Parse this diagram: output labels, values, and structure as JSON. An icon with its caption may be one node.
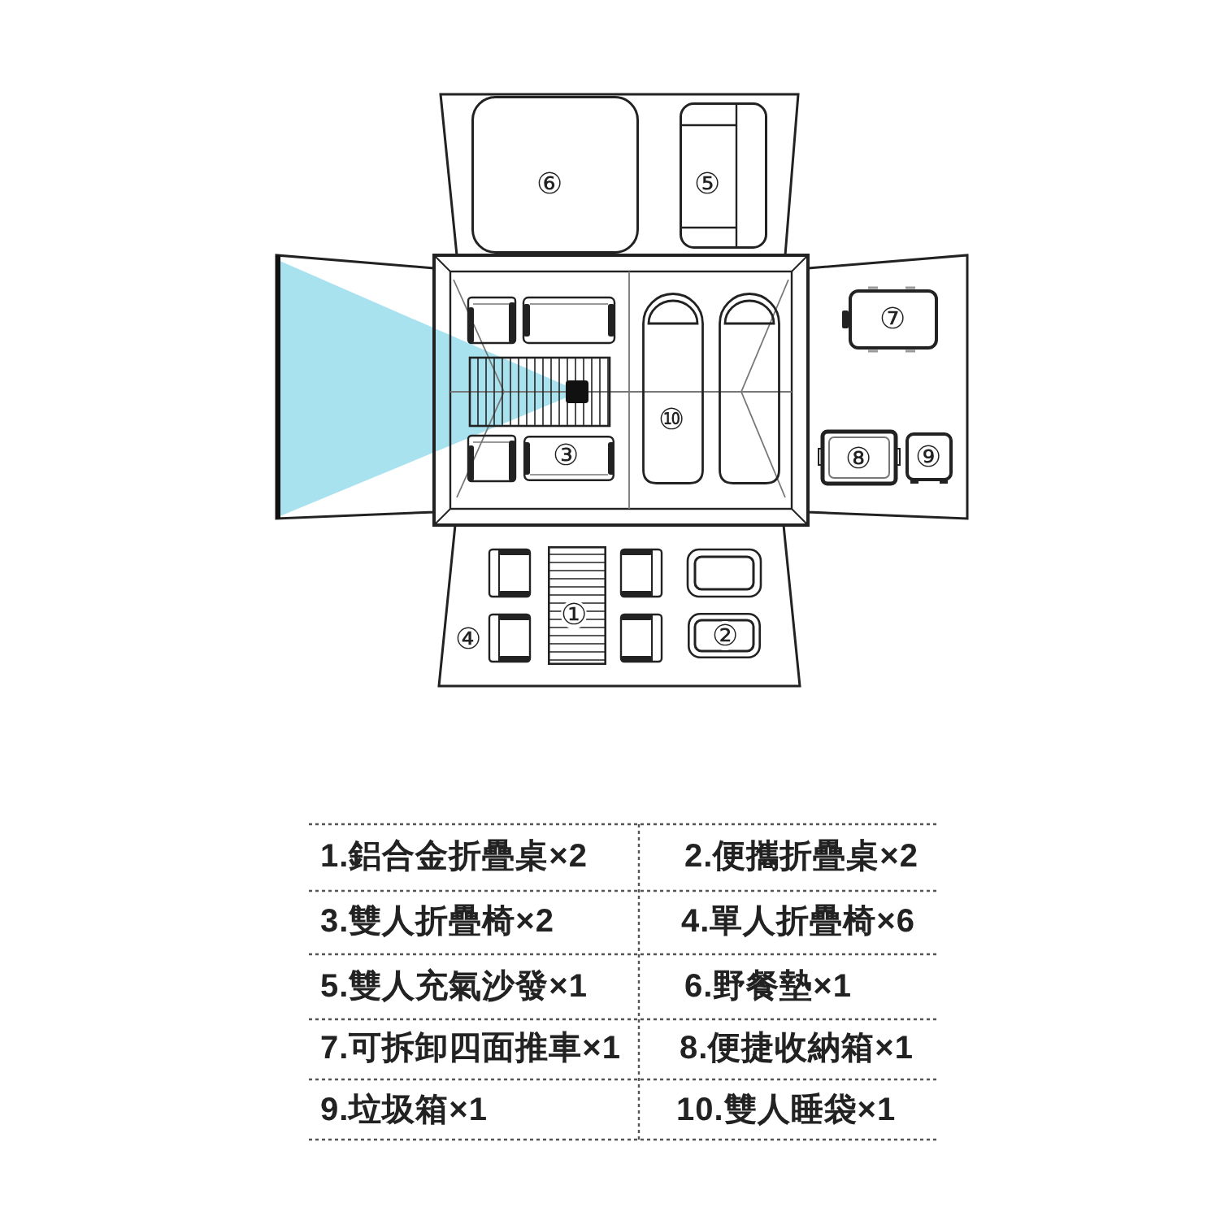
{
  "diagram": {
    "nodes": [
      {
        "text": [
          "⑥"
        ]
      },
      {
        "text": [
          "⑤"
        ]
      },
      {
        "text": [
          "⑦"
        ]
      },
      {
        "text": [
          "⑩"
        ]
      },
      {
        "text": [
          "③"
        ]
      },
      {
        "text": [
          "⑧"
        ]
      },
      {
        "text": [
          "⑨"
        ]
      },
      {
        "text": [
          "①"
        ]
      },
      {
        "text": [
          "②"
        ]
      }
    ],
    "labels": [
      "④",
      "1.鋁合金折疊桌×2",
      "2.便攜折疊桌×2",
      "3.雙人折疊椅×2",
      "4.單人折疊椅×6",
      "5.雙人充氣沙發×1",
      "6.野餐墊×1",
      "7.可拆卸四面推車×1",
      "8.便捷收納箱×1",
      "9.垃圾箱×1",
      "10.雙人睡袋×1"
    ]
  }
}
